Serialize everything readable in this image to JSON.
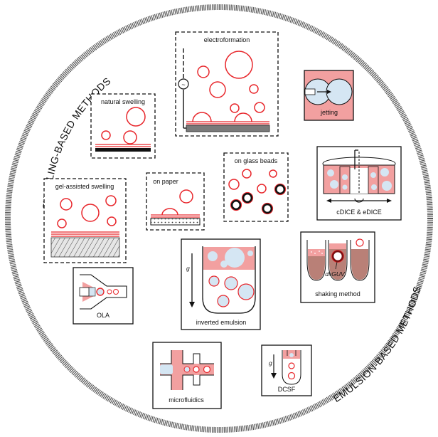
{
  "arc_labels": {
    "swelling": "SWELLING-BASED METHODS",
    "emulsion": "EMULSION-BASED METHODS"
  },
  "panels": {
    "electroformation": "electroformation",
    "natural_swelling": "natural swelling",
    "jetting": "jetting",
    "gel_assisted": "gel-assisted swelling",
    "on_paper": "on paper",
    "on_glass_beads": "on glass beads",
    "cdice": "cDICE  &  eDICE",
    "inverted_emulsion": "inverted emulsion",
    "shaking_method": "shaking method",
    "dsguv": "dsGUV",
    "ola": "OLA",
    "microfluidics": "microfluidics",
    "dcsf": "DCSF",
    "gravity_symbol": "g",
    "ac_symbol": "~"
  },
  "colors": {
    "vesicle_red": "#e8262b",
    "phase_pink": "#f2a0a0",
    "aqueous_blue": "#d5e6f3",
    "shaking_brown": "#b98077",
    "electrode_gray": "#7a7a7a"
  }
}
